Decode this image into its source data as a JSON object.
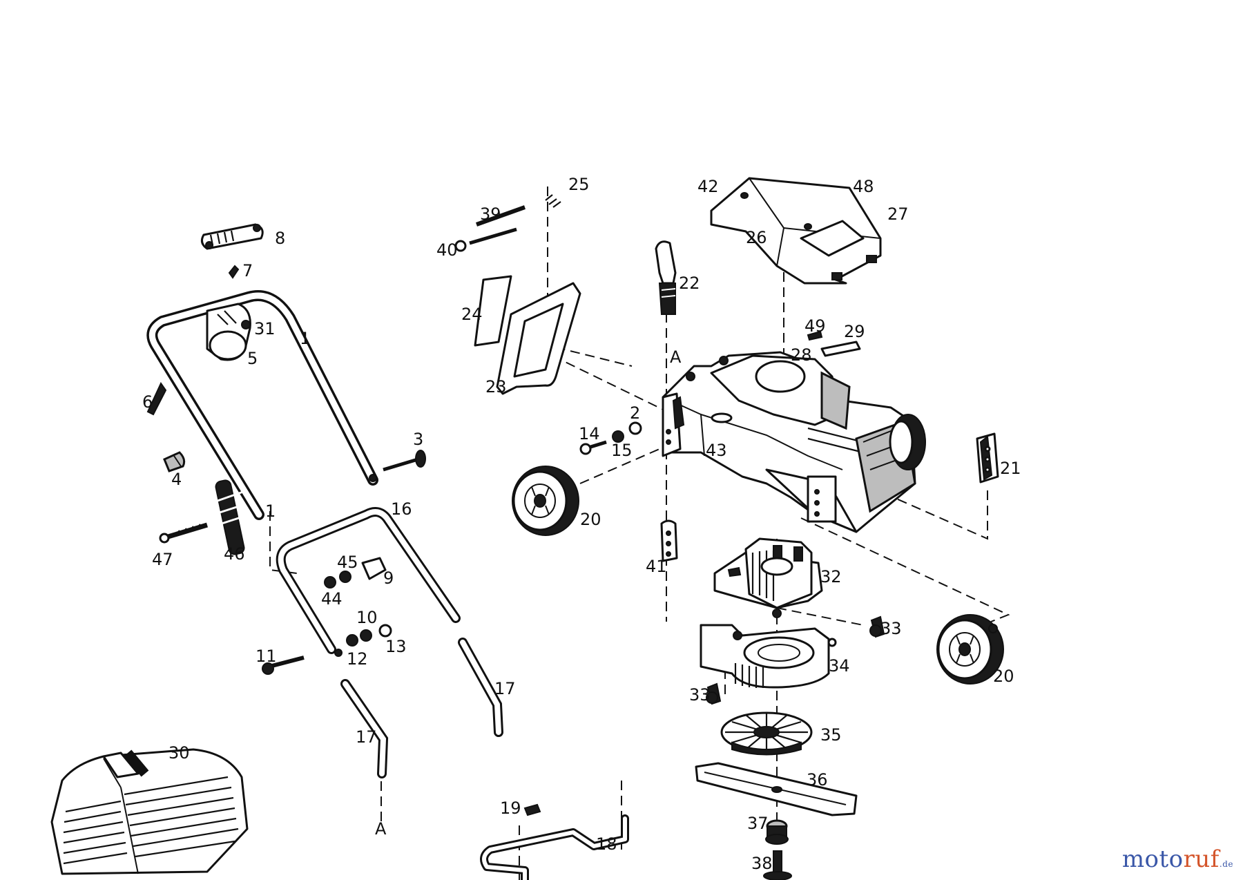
{
  "labels": [
    "1",
    "1",
    "2",
    "3",
    "4",
    "5",
    "6",
    "7",
    "8",
    "9",
    "10",
    "11",
    "12",
    "13",
    "14",
    "15",
    "16",
    "17",
    "17",
    "18",
    "19",
    "20",
    "20",
    "21",
    "22",
    "23",
    "24",
    "25",
    "26",
    "27",
    "28",
    "29",
    "30",
    "31",
    "32",
    "33",
    "33",
    "34",
    "35",
    "36",
    "37",
    "38",
    "39",
    "40",
    "41",
    "42",
    "43",
    "44",
    "45",
    "46",
    "47",
    "48",
    "49",
    "A",
    "A"
  ],
  "brand": {
    "part1": "moto",
    "part2": "ruf",
    "suffix": ".de"
  },
  "colors": {
    "line": "#111111",
    "brand_blue": "#3a57a8",
    "brand_orange": "#d4542a"
  }
}
